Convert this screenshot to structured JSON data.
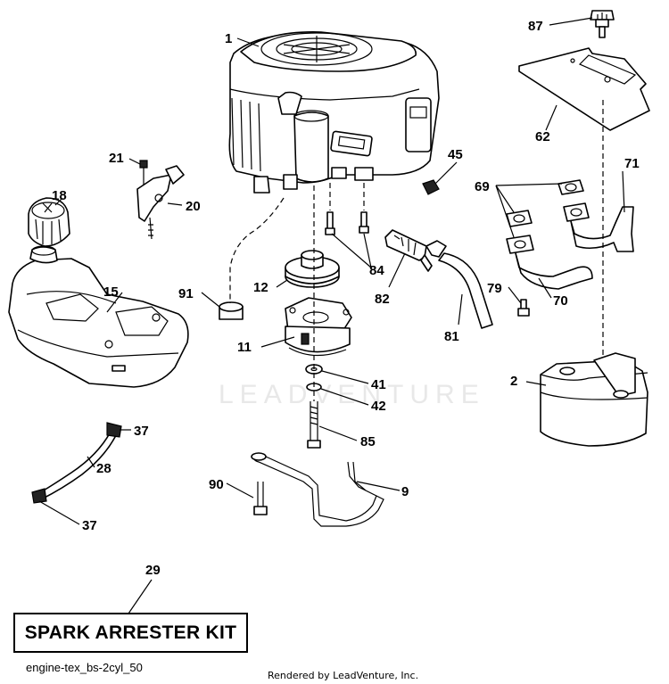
{
  "watermark": "LEADVENTURE",
  "callouts": {
    "c1": "1",
    "c2": "2",
    "c9": "9",
    "c11": "11",
    "c12": "12",
    "c15": "15",
    "c18": "18",
    "c20": "20",
    "c21": "21",
    "c28": "28",
    "c29": "29",
    "c37a": "37",
    "c37b": "37",
    "c41": "41",
    "c42": "42",
    "c45": "45",
    "c62": "62",
    "c69": "69",
    "c70": "70",
    "c71": "71",
    "c79": "79",
    "c81": "81",
    "c82": "82",
    "c84": "84",
    "c85": "85",
    "c87": "87",
    "c90": "90",
    "c91": "91"
  },
  "kit_label": "SPARK ARRESTER KIT",
  "diagram_id": "engine-tex_bs-2cyl_50",
  "rendered_by": "Rendered by LeadVenture, Inc."
}
